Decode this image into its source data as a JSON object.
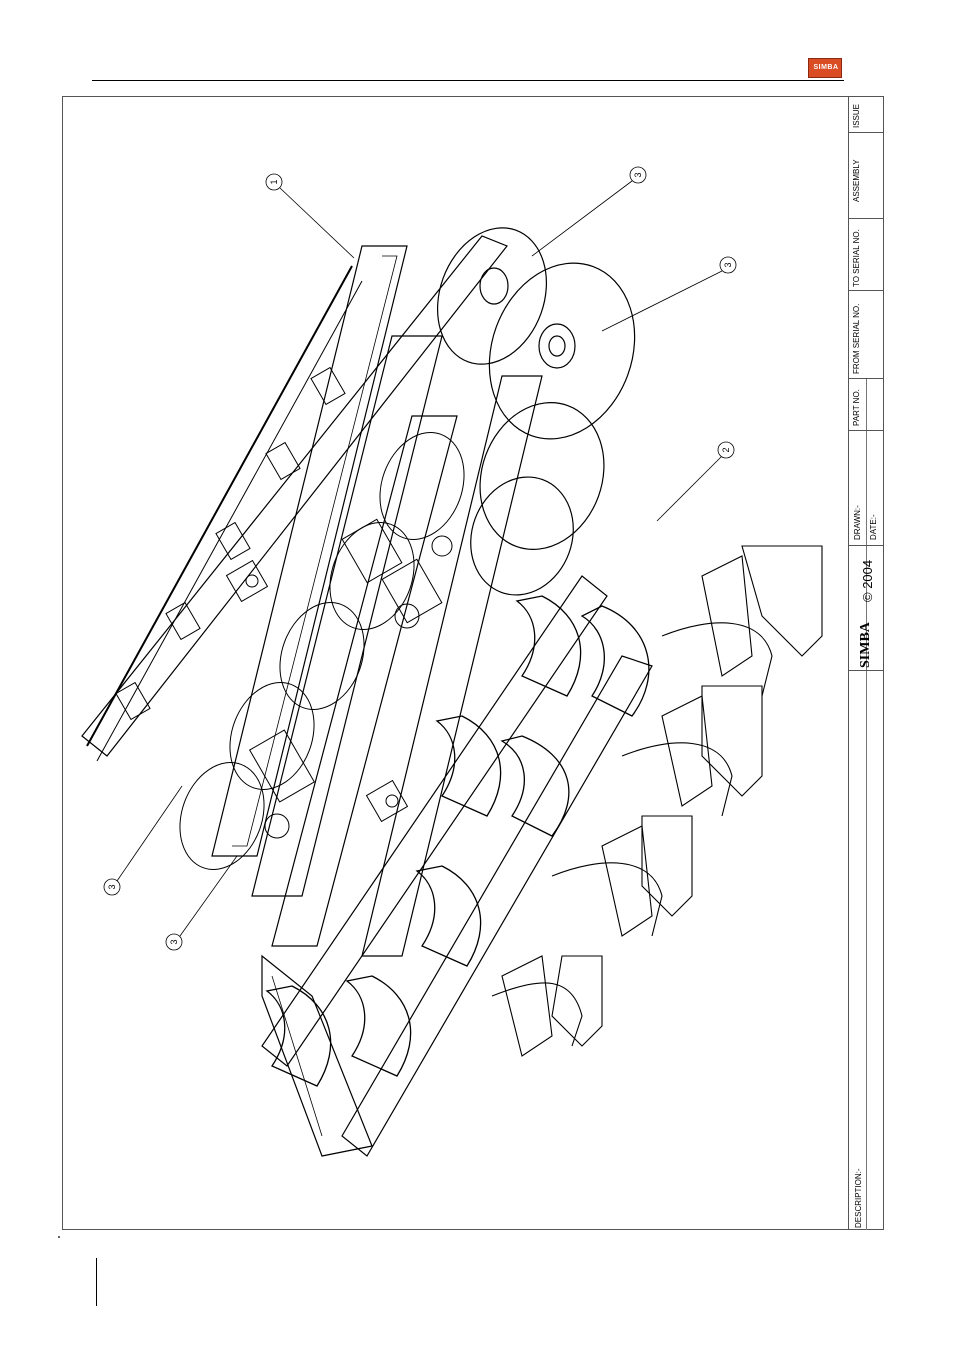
{
  "brand": {
    "header_logo_text": "SIMBA",
    "accent_color": "#d94c24"
  },
  "title_block": {
    "issue_label": "ISSUE",
    "assembly_label": "ASSEMBLY",
    "to_serial_label": "TO SERIAL NO.",
    "from_serial_label": "FROM SERIAL NO.",
    "part_no_label": "PART NO.",
    "drawn_label": "DRAWN:-",
    "date_label": "DATE:-",
    "logo_text": "SIMBA",
    "copyright": "© 2004",
    "description_label": "DESCRIPTION:-"
  },
  "callouts": [
    {
      "number": "1"
    },
    {
      "number": "3"
    },
    {
      "number": "3"
    },
    {
      "number": "2"
    },
    {
      "number": "3"
    },
    {
      "number": "3"
    }
  ]
}
